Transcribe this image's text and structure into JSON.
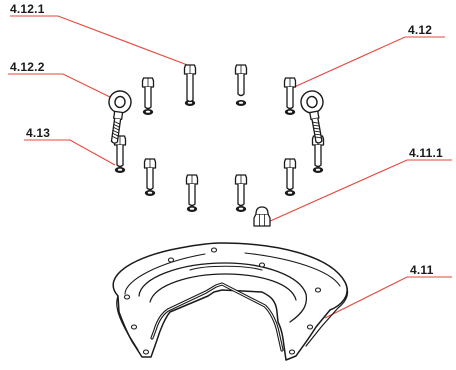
{
  "diagram": {
    "labels": [
      {
        "id": "cover",
        "text": "4.11"
      },
      {
        "id": "cap_nut",
        "text": "4.11.1"
      },
      {
        "id": "bolts",
        "text": "4.12"
      },
      {
        "id": "long_bolt",
        "text": "4.12.1"
      },
      {
        "id": "eye_bolt",
        "text": "4.12.2"
      },
      {
        "id": "washers",
        "text": "4.13"
      }
    ],
    "leader_color": "#e8453c",
    "line_color": "#1a1a1a"
  }
}
